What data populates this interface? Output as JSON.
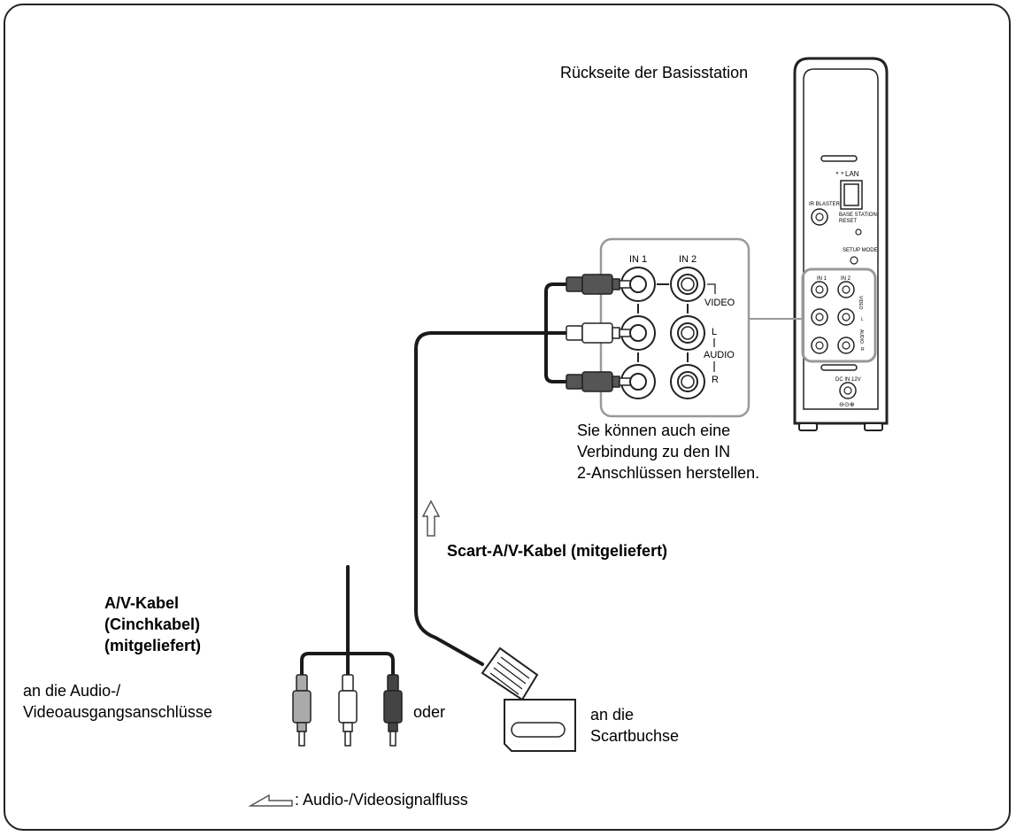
{
  "labels": {
    "base_station_rear": "Rückseite der Basisstation",
    "in2_note": "Sie können auch eine\nVerbindung zu den IN\n2-Anschlüssen herstellen.",
    "scart_cable": "Scart-A/V-Kabel (mitgeliefert)",
    "av_cable": "A/V-Kabel\n(Cinchkabel)\n(mitgeliefert)",
    "av_outputs": "an die Audio-/\nVideoausgangsanschlüsse",
    "or": "oder",
    "scart_socket": "an die\nScartbuchse",
    "legend": ": Audio-/Videosignalfluss"
  },
  "panel_labels": {
    "in1": "IN 1",
    "in2": "IN 2",
    "video": "VIDEO",
    "left": "L",
    "audio": "AUDIO",
    "right": "R"
  },
  "device_labels": {
    "lan": "LAN",
    "ir_blaster": "IR BLASTER",
    "base_station_reset": "BASE STATION\nRESET",
    "setup_mode": "SETUP MODE",
    "in1": "IN 1",
    "in2": "IN 2",
    "video": "VIDEO",
    "left": "L",
    "audio": "AUDIO",
    "right": "R",
    "dc_in": "DC IN 12V"
  },
  "colors": {
    "frame": "#222222",
    "cable": "#1a1a1a",
    "plug_dark": "#555555",
    "plug_light": "#ffffff",
    "panel_border": "#888888"
  }
}
